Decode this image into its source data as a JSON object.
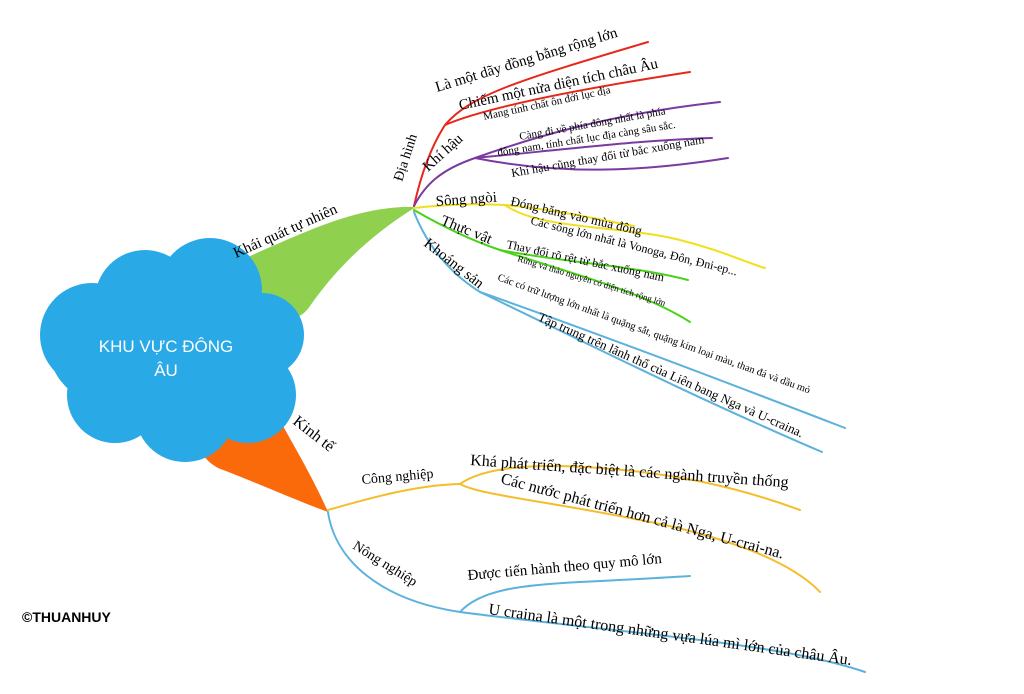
{
  "center": {
    "line1": "KHU VỰC ĐÔNG",
    "line2": "ÂU",
    "color": "#29a9e6"
  },
  "watermark": "©THUANHUY",
  "colors": {
    "main_natural": "#8fd14f",
    "main_economy": "#fb6a0a",
    "red": "#e8271b",
    "purple": "#7b3aa0",
    "yellow": "#f2df1a",
    "green": "#4ad119",
    "blue": "#5cb2dc",
    "orange_yellow": "#f5bd2a"
  },
  "natural": {
    "label": "Khái quát tự nhiên",
    "terrain": {
      "label": "Địa hình",
      "items": [
        "Là một dãy đồng bằng rộng lớn",
        "Chiếm một nửa diện tích châu Âu"
      ]
    },
    "climate": {
      "label": "Khí hậu",
      "items": [
        "Mang tính chất ôn đới lục địa",
        "Càng đi về phía đông nhất là phía",
        "đông nam, tính chất lục địa càng sâu sắc.",
        "Khí hậu cũng thay đổi từ bắc xuống nam"
      ]
    },
    "rivers": {
      "label": "Sông ngòi",
      "items": [
        "Đóng băng vào mùa đông",
        "Các sông lớn nhất là Vonoga, Đôn, Đni-ep..."
      ]
    },
    "vegetation": {
      "label": "Thực vật",
      "items": [
        "Thay đổi rõ rệt từ bắc xuống nam",
        "Rừng và thảo nguyên có diện tích rộng lớn"
      ]
    },
    "minerals": {
      "label": "Khoáng sản",
      "items": [
        "Các có trữ lượng lớn nhất là quặng sắt, quặng kim loại màu, than đá và dầu mỏ",
        "Tập trung trên lãnh thổ của Liên bang Nga và U-craina."
      ]
    }
  },
  "economy": {
    "label": "Kinh tế",
    "industry": {
      "label": "Công nghiệp",
      "items": [
        "Khá phát triển, đặc biệt là các ngành truyền thống",
        "Các nước phát triển hơn cả là Nga, U-crai-na."
      ]
    },
    "agriculture": {
      "label": "Nông nghiệp",
      "items": [
        "Được tiến hành theo quy mô lớn",
        "U craina là một trong những vựa lúa mì lớn của châu Âu."
      ]
    }
  }
}
